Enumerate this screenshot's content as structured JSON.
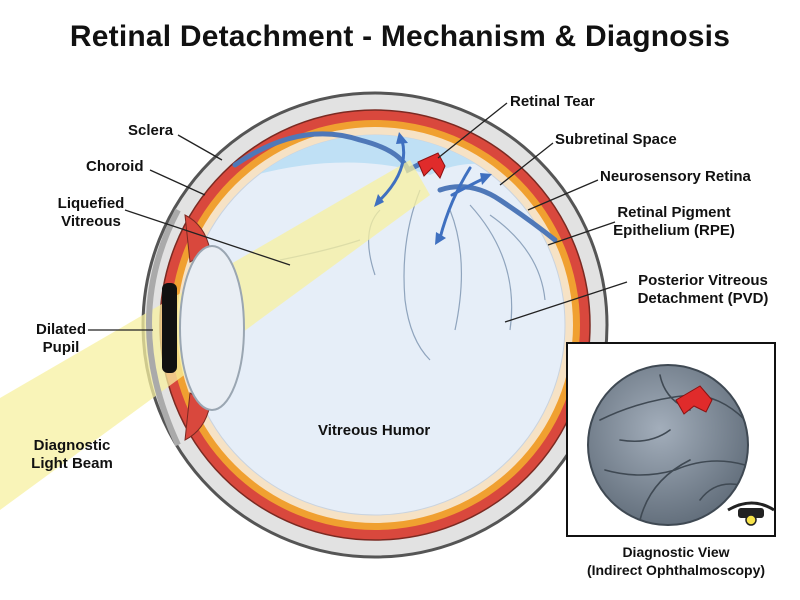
{
  "title": "Retinal Detachment - Mechanism & Diagnosis",
  "labels": {
    "sclera": "Sclera",
    "choroid": "Choroid",
    "liquefied_vitreous": [
      "Liquefied",
      "Vitreous"
    ],
    "dilated_pupil": [
      "Dilated",
      "Pupil"
    ],
    "diagnostic_light_beam": [
      "Diagnostic",
      "Light Beam"
    ],
    "retinal_tear": "Retinal Tear",
    "subretinal_space": "Subretinal Space",
    "neurosensory_retina": "Neurosensory Retina",
    "retinal_pigment_epithelium": [
      "Retinal Pigment",
      "Epithelium (RPE)"
    ],
    "posterior_vitreous_detachment": [
      "Posterior Vitreous",
      "Detachment (PVD)"
    ],
    "vitreous_humor": "Vitreous Humor"
  },
  "inset": {
    "caption": [
      "Diagnostic View",
      "(Indirect Ophthalmoscopy)"
    ]
  },
  "colors": {
    "sclera": "#e2e2e2",
    "choroid": "#d9483d",
    "rpe": "#f0a030",
    "retina": "#4f78b8",
    "subretinal_fluid": "#bfe0f5",
    "vitreous": "#e6eef8",
    "light_beam": "#f7f0a0",
    "tear": "#e02b2b",
    "fundus": "#7e8b98"
  }
}
